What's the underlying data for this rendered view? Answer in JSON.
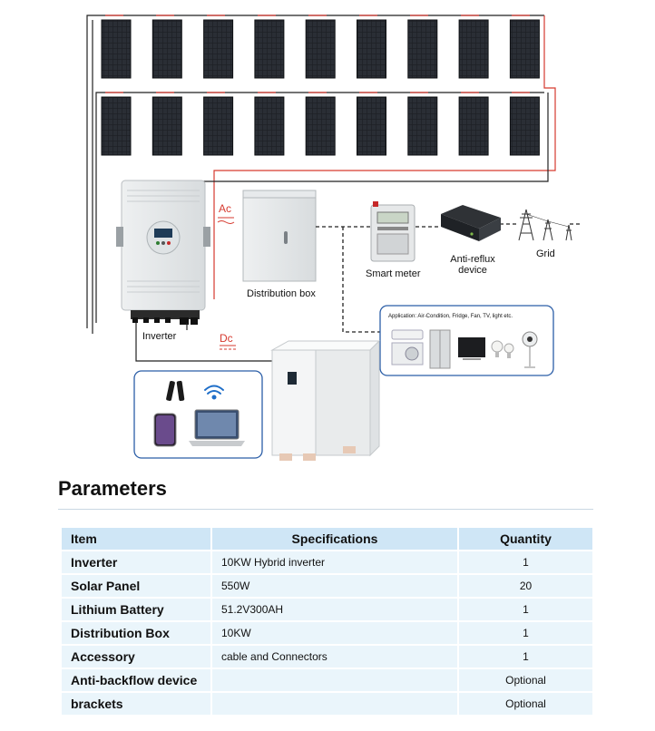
{
  "diagram": {
    "labels": {
      "inverter": "Inverter",
      "distribution_box": "Distribution box",
      "smart_meter": "Smart meter",
      "anti_reflux": "Anti-reflux device",
      "grid": "Grid",
      "ac": "Ac",
      "dc": "Dc",
      "application": "Application: Air-Condition, Fridge, Fan, TV, light etc."
    },
    "solar_panel_rows": 2,
    "panels_per_row": 9,
    "colors": {
      "ac_wire": "#d63a2f",
      "dc_wire": "#222222",
      "panel": "#1c1f24",
      "box_border": "#2b5ea7",
      "table_header": "#cfe6f6",
      "table_cell": "#eaf5fb"
    },
    "icons": [
      "solar-panel-icon",
      "hybrid-inverter-icon",
      "distribution-box-icon",
      "smart-meter-icon",
      "anti-reflux-device-icon",
      "grid-tower-icon",
      "air-conditioner-icon",
      "fridge-icon",
      "tv-icon",
      "light-bulb-icon",
      "fan-icon",
      "lithium-battery-icon",
      "wifi-icon",
      "phone-icon",
      "laptop-icon",
      "connector-icon"
    ]
  },
  "parameters": {
    "title": "Parameters",
    "headers": {
      "item": "Item",
      "spec": "Specifications",
      "qty": "Quantity"
    },
    "rows": [
      {
        "item": "Inverter",
        "spec": "10KW Hybrid inverter",
        "qty": "1"
      },
      {
        "item": "Solar Panel",
        "spec": "550W",
        "qty": "20"
      },
      {
        "item": "Lithium Battery",
        "spec": "51.2V300AH",
        "qty": "1"
      },
      {
        "item": "Distribution Box",
        "spec": "10KW",
        "qty": "1"
      },
      {
        "item": "Accessory",
        "spec": "cable and Connectors",
        "qty": "1"
      },
      {
        "item": "Anti-backflow device",
        "spec": "",
        "qty": "Optional"
      },
      {
        "item": "brackets",
        "spec": "",
        "qty": "Optional"
      }
    ]
  }
}
